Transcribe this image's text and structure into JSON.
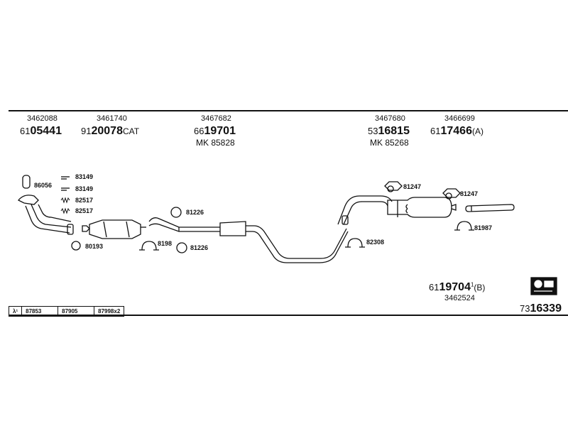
{
  "top_parts": [
    {
      "oem": "3462088",
      "prefix": "61",
      "number": "05441",
      "suffix": ""
    },
    {
      "oem": "3461740",
      "prefix": "91",
      "number": "20078",
      "suffix": "CAT"
    },
    {
      "oem": "3467682",
      "prefix": "66",
      "number": "19701",
      "suffix": "",
      "mk": "MK 85828"
    },
    {
      "oem": "3467680",
      "prefix": "53",
      "number": "16815",
      "suffix": "",
      "mk": "MK 85268"
    },
    {
      "oem": "3466699",
      "prefix": "61",
      "number": "17466",
      "suffix": "(A)"
    }
  ],
  "labels": {
    "l86056": "86056",
    "l83149a": "83149",
    "l83149b": "83149",
    "l82517a": "82517",
    "l82517b": "82517",
    "l80193": "80193",
    "l81226a": "81226",
    "l8198": "8198",
    "l81226b": "81226",
    "l81247a": "81247",
    "l81247b": "81247",
    "l82308": "82308",
    "l81987": "81987"
  },
  "bottom_part": {
    "prefix": "61",
    "number": "19704",
    "superscript": "1",
    "suffix": "(B)",
    "oem": "3462524"
  },
  "diagram_number": {
    "prefix": "73",
    "number": "16339"
  },
  "table": [
    "λ¹",
    "87853",
    "87905",
    "87998x2"
  ]
}
